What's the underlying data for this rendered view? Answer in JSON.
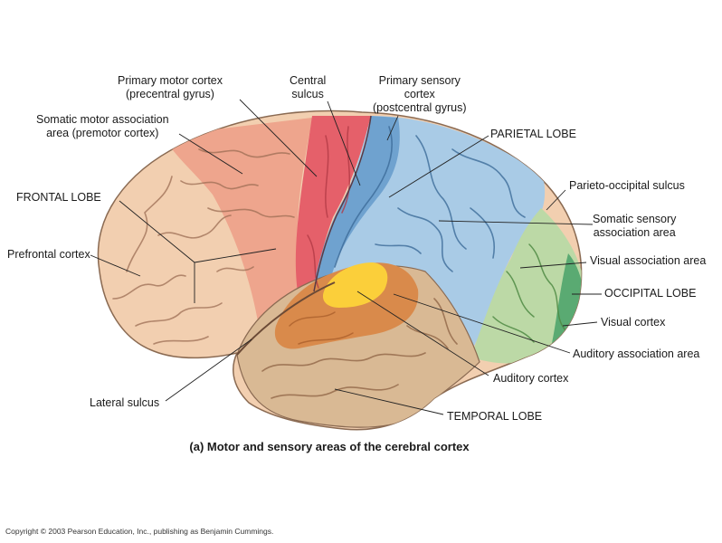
{
  "labels": {
    "primary_motor": "Primary motor cortex\n(precentral gyrus)",
    "central_sulcus": "Central\nsulcus",
    "primary_sensory": "Primary sensory\ncortex\n(postcentral gyrus)",
    "somatic_motor_assoc": "Somatic motor association\narea (premotor cortex)",
    "parietal_lobe": "PARIETAL LOBE",
    "parieto_occipital": "Parieto-occipital sulcus",
    "frontal_lobe": "FRONTAL LOBE",
    "somatic_sensory_assoc": "Somatic sensory\nassociation area",
    "prefrontal": "Prefrontal cortex",
    "visual_assoc": "Visual association area",
    "occipital_lobe": "OCCIPITAL LOBE",
    "visual_cortex": "Visual cortex",
    "auditory_assoc": "Auditory association area",
    "auditory_cortex": "Auditory cortex",
    "lateral_sulcus": "Lateral sulcus",
    "temporal_lobe": "TEMPORAL LOBE"
  },
  "caption": "(a) Motor and sensory areas of the cerebral cortex",
  "copyright": "Copyright © 2003 Pearson Education, Inc., publishing as Benjamin Cummings.",
  "colors": {
    "frontal": "#f2cfb0",
    "premotor": "#eea58d",
    "motor": "#e5606a",
    "sensory": "#6fa2cf",
    "parietal": "#a9cbe6",
    "visual_assoc": "#bcd9a6",
    "visual_cortex": "#5aaa72",
    "temporal": "#d9b994",
    "auditory_assoc": "#d98a4b",
    "auditory_cortex": "#fbcf3a"
  }
}
